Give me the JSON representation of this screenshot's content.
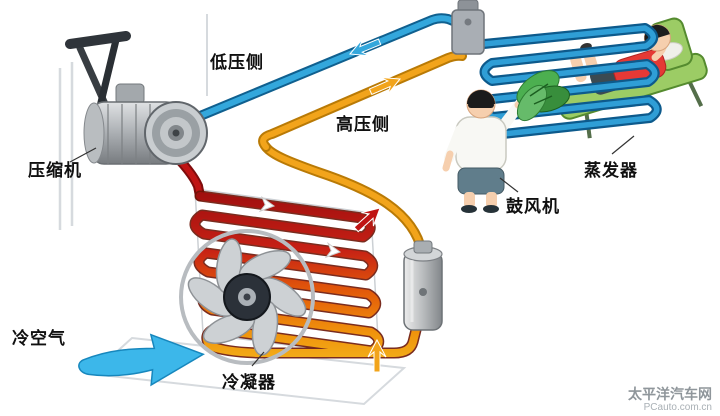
{
  "diagram": {
    "title_hint": "automotive air-conditioning refrigeration cycle",
    "labels": {
      "compressor": "压缩机",
      "low_pressure": "低压侧",
      "high_pressure": "高压侧",
      "evaporator": "蒸发器",
      "blower": "鼓风机",
      "condenser": "冷凝器",
      "cold_air": "冷空气"
    },
    "watermark": {
      "site_name": "太平洋汽车网",
      "site_url": "PCauto.com.cn"
    },
    "colors": {
      "low_pressure": "#33A7DC",
      "high_pressure": "#F2A41B",
      "hot_gas": "#C01414",
      "cold_air": "#3CB7EA"
    }
  }
}
